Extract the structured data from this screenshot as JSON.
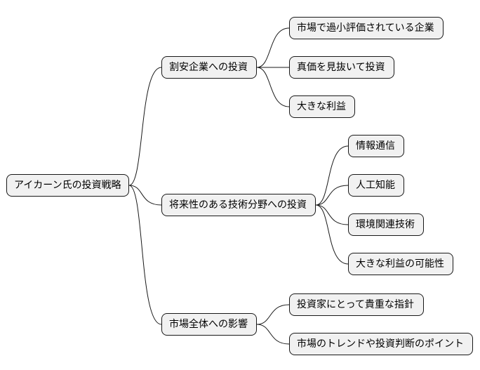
{
  "mindmap": {
    "root": {
      "label": "アイカーン氏の投資戦略"
    },
    "branches": [
      {
        "label": "割安企業への投資",
        "children": [
          {
            "label": "市場で過小評価されている企業"
          },
          {
            "label": "真価を見抜いて投資"
          },
          {
            "label": "大きな利益"
          }
        ]
      },
      {
        "label": "将来性のある技術分野への投資",
        "children": [
          {
            "label": "情報通信"
          },
          {
            "label": "人工知能"
          },
          {
            "label": "環境関連技術"
          },
          {
            "label": "大きな利益の可能性"
          }
        ]
      },
      {
        "label": "市場全体への影響",
        "children": [
          {
            "label": "投資家にとって貴重な指針"
          },
          {
            "label": "市場のトレンドや投資判断のポイント"
          }
        ]
      }
    ]
  },
  "colors": {
    "node_fill": "#f1f1f1",
    "node_border": "#181818",
    "text": "#000000",
    "background": "#ffffff"
  }
}
